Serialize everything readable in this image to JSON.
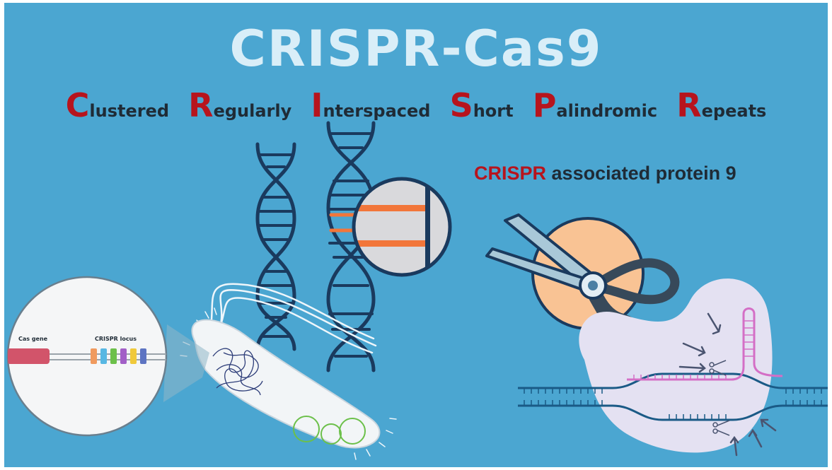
{
  "title": "CRISPR-Cas9",
  "acronym": [
    {
      "initial": "C",
      "rest": "lustered"
    },
    {
      "initial": "R",
      "rest": "egularly"
    },
    {
      "initial": "I",
      "rest": "nterspaced"
    },
    {
      "initial": "S",
      "rest": "hort"
    },
    {
      "initial": "P",
      "rest": "alindromic"
    },
    {
      "initial": "R",
      "rest": "epeats"
    }
  ],
  "subtitle": {
    "highlight": "CRISPR",
    "rest": "associated protein 9"
  },
  "inset": {
    "cas_gene_label": "Cas gene",
    "crispr_locus_label": "CRISPR locus"
  },
  "colors": {
    "background": "#4ba6d1",
    "title": "#d9eef8",
    "accent_red": "#b7141d",
    "dark_navy": "#1a3a5e",
    "orange": "#f2763a",
    "magenta": "#d46fc6",
    "green": "#6cc04a",
    "peach": "#f9c394"
  },
  "icons": [
    "dna-helix-icon",
    "magnifier-icon",
    "scissors-icon",
    "bacterium-icon",
    "cas9-protein-icon"
  ]
}
